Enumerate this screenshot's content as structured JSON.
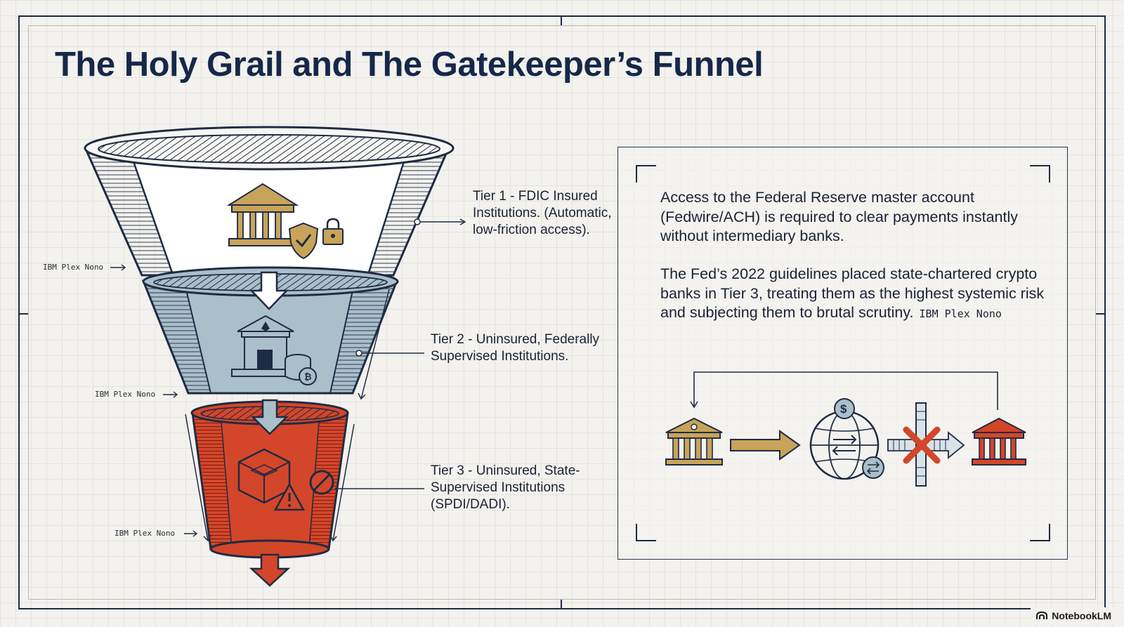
{
  "title": "The Holy Grail and The Gatekeeper’s Funnel",
  "tiers": [
    {
      "label": "Tier 1 - FDIC Insured Institutions. (Automatic, low-friction access).",
      "color": "#ffffff"
    },
    {
      "label": "Tier 2 - Uninsured, Federally Supervised Institutions.",
      "color": "#a9bfca"
    },
    {
      "label": "Tier 3 - Uninsured, State-Supervised Institutions (SPDI/DADI).",
      "color": "#d3462a"
    }
  ],
  "side_notes": [
    "IBM Plex Nono",
    "IBM Plex Nono",
    "IBM Plex Nono"
  ],
  "info": {
    "paragraph_1": "Access to the Federal Reserve master account (Fedwire/ACH) is required to clear payments instantly without intermediary banks.",
    "paragraph_2": "The Fed’s 2022 guidelines placed state-chartered crypto banks in Tier 3, treating them as the highest systemic risk and subjecting them to brutal scrutiny.",
    "paragraph_2_mono": "IBM Plex Nono"
  },
  "icons": {
    "tier1": [
      "bank-icon",
      "shield-check-icon",
      "lock-icon"
    ],
    "tier2": [
      "bank-ethereum-icon",
      "coin-stack-icon"
    ],
    "tier3": [
      "cube-icon",
      "warning-icon",
      "prohibited-icon"
    ],
    "flow": [
      "bank-gold-icon",
      "arrow-right-icon",
      "globe-dollar-icon",
      "blocked-arrow-icon",
      "bank-red-icon"
    ]
  },
  "colors": {
    "navy": "#1f2b44",
    "gold": "#c8a45a",
    "blue_grey": "#a9bfca",
    "red": "#d3462a"
  },
  "badge": "NotebookLM"
}
